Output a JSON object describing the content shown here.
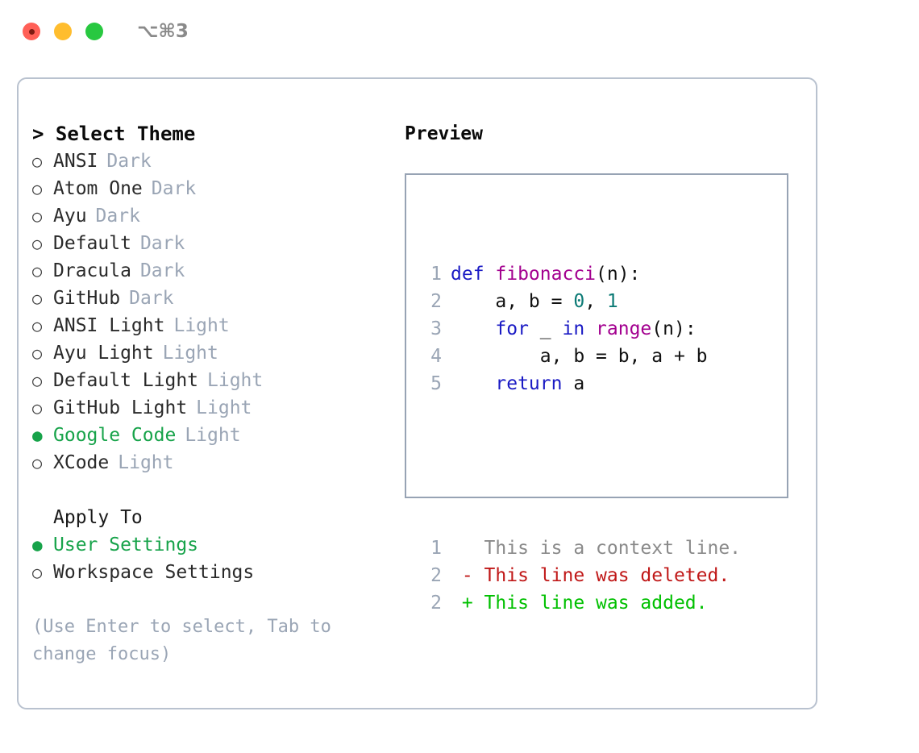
{
  "titlebar": {
    "shortcut": "⌥⌘3",
    "lights": [
      "close-light",
      "minimize-light",
      "maximize-light"
    ]
  },
  "theme_picker": {
    "header": "> Select Theme",
    "prompt_marker": ">",
    "options": [
      {
        "label": "ANSI",
        "tag": "Dark",
        "selected": false,
        "marker": "○"
      },
      {
        "label": "Atom One",
        "tag": "Dark",
        "selected": false,
        "marker": "○"
      },
      {
        "label": "Ayu",
        "tag": "Dark",
        "selected": false,
        "marker": "○"
      },
      {
        "label": "Default",
        "tag": "Dark",
        "selected": false,
        "marker": "○"
      },
      {
        "label": "Dracula",
        "tag": "Dark",
        "selected": false,
        "marker": "○"
      },
      {
        "label": "GitHub",
        "tag": "Dark",
        "selected": false,
        "marker": "○"
      },
      {
        "label": "ANSI Light",
        "tag": "Light",
        "selected": false,
        "marker": "○"
      },
      {
        "label": "Ayu Light",
        "tag": "Light",
        "selected": false,
        "marker": "○"
      },
      {
        "label": "Default Light",
        "tag": "Light",
        "selected": false,
        "marker": "○"
      },
      {
        "label": "GitHub Light",
        "tag": "Light",
        "selected": false,
        "marker": "○"
      },
      {
        "label": "Google Code",
        "tag": "Light",
        "selected": true,
        "marker": "●"
      },
      {
        "label": "XCode",
        "tag": "Light",
        "selected": false,
        "marker": "○"
      }
    ]
  },
  "apply_to": {
    "title": "Apply To",
    "options": [
      {
        "label": "User Settings",
        "selected": true,
        "marker": "●"
      },
      {
        "label": "Workspace Settings",
        "selected": false,
        "marker": "○"
      }
    ]
  },
  "hint": "(Use Enter to select, Tab to change focus)",
  "preview": {
    "title": "Preview",
    "code_lines": [
      {
        "num": "1",
        "tokens": [
          {
            "t": "def ",
            "c": "kw"
          },
          {
            "t": "fibonacci",
            "c": "fn"
          },
          {
            "t": "(n):",
            "c": "pl"
          }
        ]
      },
      {
        "num": "2",
        "tokens": [
          {
            "t": "    a, b = ",
            "c": "pl"
          },
          {
            "t": "0",
            "c": "num"
          },
          {
            "t": ", ",
            "c": "pl"
          },
          {
            "t": "1",
            "c": "num"
          }
        ]
      },
      {
        "num": "3",
        "tokens": [
          {
            "t": "    ",
            "c": "pl"
          },
          {
            "t": "for",
            "c": "kw"
          },
          {
            "t": " _ ",
            "c": "pl"
          },
          {
            "t": "in",
            "c": "kw"
          },
          {
            "t": " ",
            "c": "pl"
          },
          {
            "t": "range",
            "c": "fn"
          },
          {
            "t": "(n):",
            "c": "pl"
          }
        ]
      },
      {
        "num": "4",
        "tokens": [
          {
            "t": "        a, b = b, a + b",
            "c": "pl"
          }
        ]
      },
      {
        "num": "5",
        "tokens": [
          {
            "t": "    ",
            "c": "pl"
          },
          {
            "t": "return",
            "c": "kw"
          },
          {
            "t": " a",
            "c": "pl"
          }
        ]
      }
    ],
    "diff_lines": [
      {
        "num": "1",
        "tokens": [
          {
            "t": "   This is a context line.",
            "c": "ctx"
          }
        ]
      },
      {
        "num": "2",
        "tokens": [
          {
            "t": " - This line was deleted.",
            "c": "del"
          }
        ]
      },
      {
        "num": "2",
        "tokens": [
          {
            "t": " + This line was added.",
            "c": "add"
          }
        ]
      }
    ]
  },
  "colors": {
    "accent_green": "#17a34a",
    "muted": "#9aa5b5",
    "keyword": "#1a1ac4",
    "function": "#a3008f",
    "number": "#0b7a75",
    "diff_deleted": "#c01818",
    "diff_added": "#00c000",
    "panel_border": "#b9c2cf",
    "preview_border": "#97a3b4"
  }
}
